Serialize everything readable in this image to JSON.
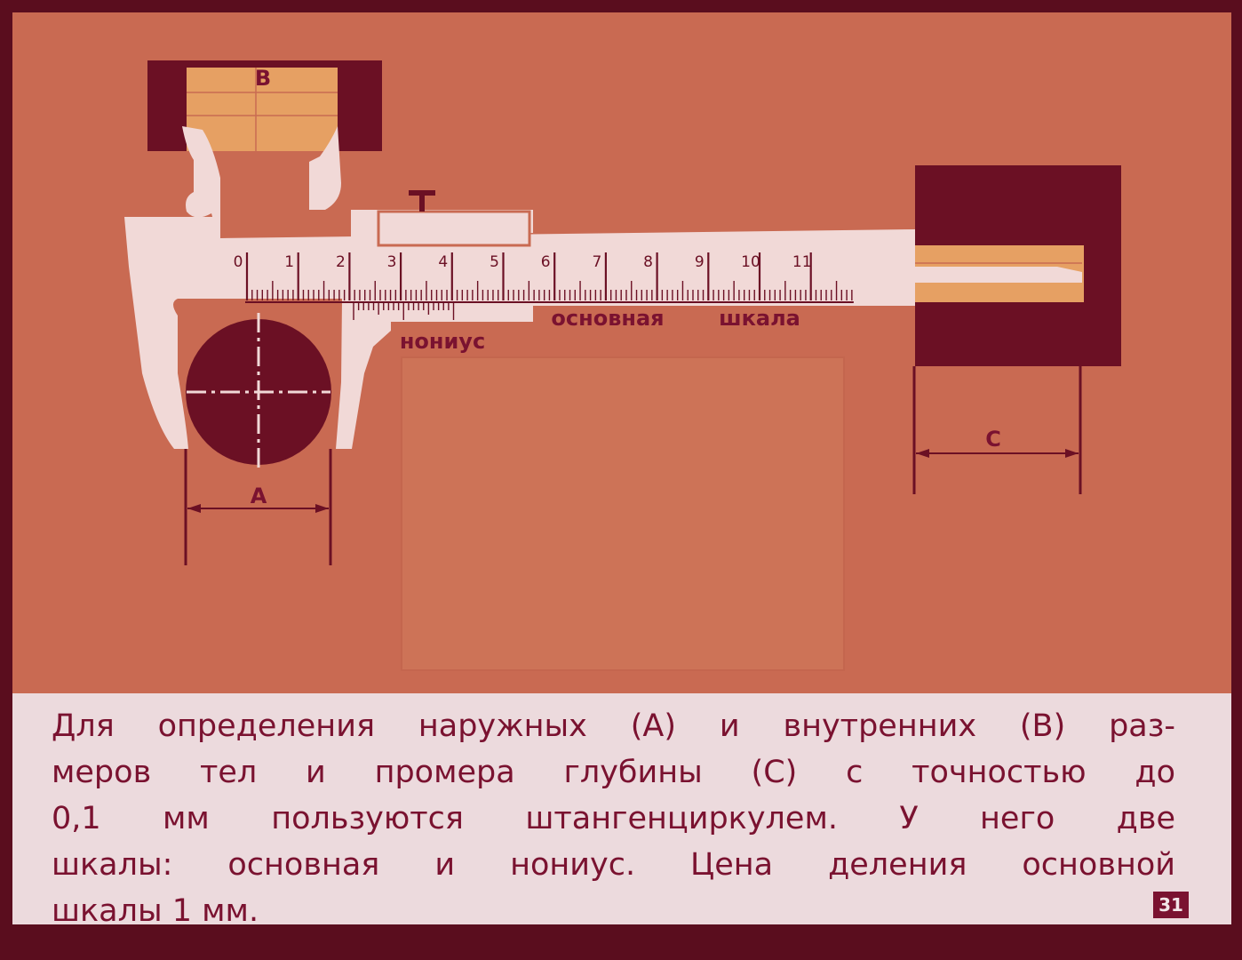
{
  "diagram": {
    "labels": {
      "inner": "B",
      "outer": "A",
      "depth": "C",
      "vernier": "нониус",
      "main_scale_word1": "основная",
      "main_scale_word2": "шкала"
    },
    "scale_numbers": [
      "0",
      "1",
      "2",
      "3",
      "4",
      "5",
      "6",
      "7",
      "8",
      "9",
      "10",
      "11"
    ]
  },
  "caption": {
    "lines": [
      "Для определения наружных (A) и внутренних (B) раз-",
      "меров тел и промера глубины (C) с точностью до",
      "0,1 мм пользуются штангенциркулем. У него две",
      "шкалы: основная и нониус. Цена деления основной",
      "шкалы 1 мм."
    ],
    "page_number": "31"
  },
  "colors": {
    "background_frame": "#5a0d1e",
    "panel": "#c96a52",
    "dark": "#6b1024",
    "instrument": "#f1d9d7",
    "block": "#e6a063",
    "text": "#7a1230"
  }
}
